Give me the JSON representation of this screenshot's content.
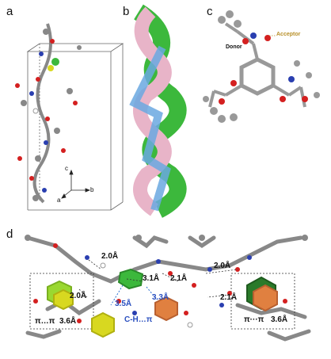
{
  "panels": {
    "a": {
      "label": "a",
      "axes": {
        "c": "c",
        "b": "b",
        "a": "a"
      }
    },
    "b": {
      "label": "b"
    },
    "c": {
      "label": "c",
      "acceptor": "Acceptor",
      "donor": "Donor"
    },
    "d": {
      "label": "d",
      "distances": {
        "d1": "2.0Å",
        "d2": "3.1Å",
        "d3": "2.1Å",
        "d4": "2.0Å",
        "d5": "2.0Å",
        "d6": "3.5Å",
        "d7": "3.3Å",
        "d8": "2.1Å",
        "d9": "3.6Å",
        "d10": "3.6Å"
      },
      "labels": {
        "pipi_left": "π…π",
        "pipi_right": "π···π",
        "ch_pi": "C-H…π"
      }
    }
  },
  "colors": {
    "carbon": "#808080",
    "oxygen": "#d42020",
    "nitrogen": "#2a3fb0",
    "hydrogen": "#f2f2f2",
    "green": "#3cb83c",
    "pink": "#e8b4c8",
    "blue_ribbon": "#6aa8e0",
    "yellow": "#d8d820",
    "lime": "#9ad830",
    "orange": "#e08040",
    "dark_green": "#2a7a2a"
  }
}
